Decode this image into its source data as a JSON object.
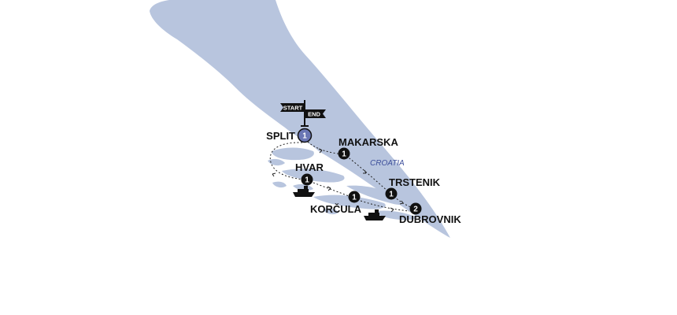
{
  "colors": {
    "land": "#b8c5de",
    "marker": "#111111",
    "start_marker": "#6a76b4",
    "country_label": "#3d4f9b",
    "text": "#111111"
  },
  "icons": {
    "signpost": "start-end-signpost-icon",
    "ferry": "ferry-icon"
  },
  "country_label": "CROATIA",
  "signpost": {
    "start_label": "START",
    "end_label": "END"
  },
  "stops": [
    {
      "id": "split",
      "name": "SPLIT",
      "nights": "1",
      "is_start": true
    },
    {
      "id": "makarska",
      "name": "MAKARSKA",
      "nights": "1"
    },
    {
      "id": "hvar",
      "name": "HVAR",
      "nights": "1"
    },
    {
      "id": "korcula",
      "name": "KORČULA",
      "nights": "1"
    },
    {
      "id": "trstenik",
      "name": "TRSTENIK",
      "nights": "1"
    },
    {
      "id": "dubrovnik",
      "name": "DUBROVNIK",
      "nights": "2"
    }
  ]
}
